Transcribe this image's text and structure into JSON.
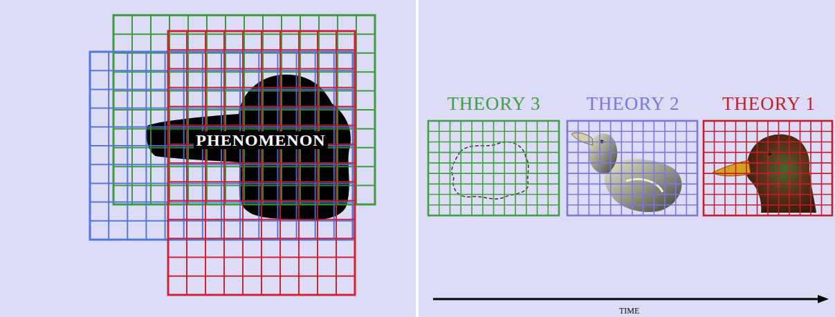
{
  "diagram": {
    "nodes": [
      {
        "text": [
          "PHENOMENON"
        ]
      },
      {
        "text": [
          "THEORY 3"
        ]
      },
      {
        "text": [
          "THEORY 2"
        ]
      },
      {
        "text": [
          "THEORY 1"
        ]
      }
    ],
    "labels": [
      "TIME"
    ]
  }
}
